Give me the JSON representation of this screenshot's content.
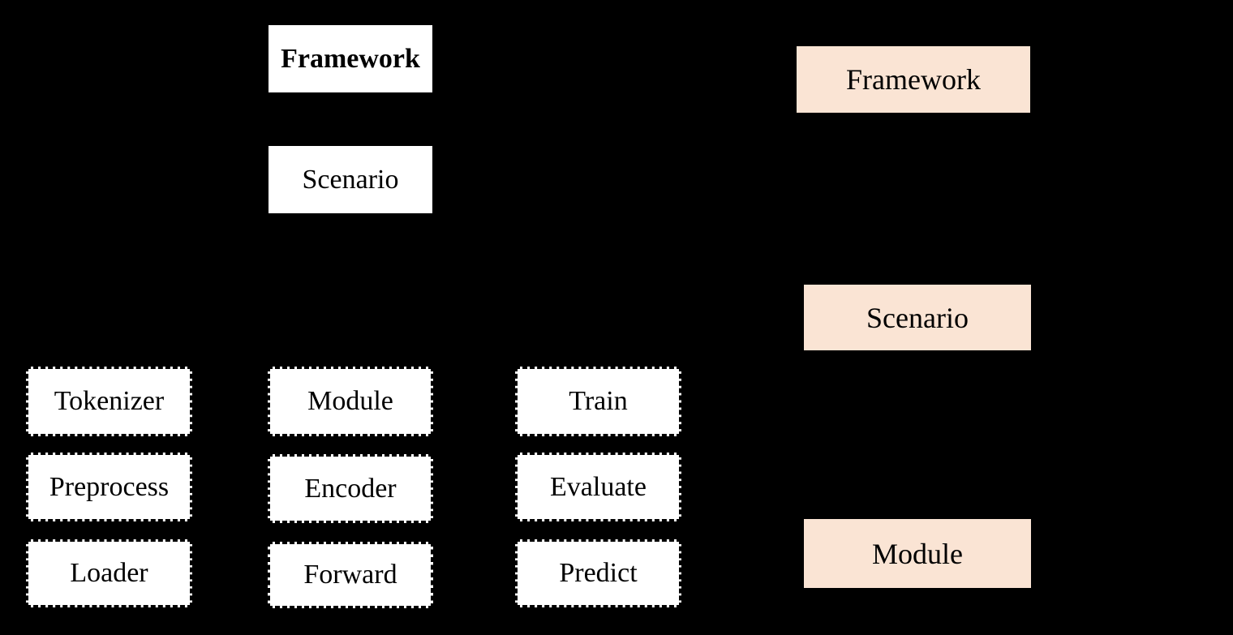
{
  "canvas": {
    "background": "#000000"
  },
  "colors": {
    "solid_box_fill": "#ffffff",
    "dashed_box_fill": "#ffffff",
    "highlight_box_fill": "#fae4d4",
    "text": "#000000"
  },
  "left_diagram": {
    "framework_label": "Framework",
    "scenario_label": "Scenario",
    "columns": {
      "col1": {
        "row1": "Tokenizer",
        "row2": "Preprocess",
        "row3": "Loader"
      },
      "col2": {
        "row1": "Module",
        "row2": "Encoder",
        "row3": "Forward"
      },
      "col3": {
        "row1": "Train",
        "row2": "Evaluate",
        "row3": "Predict"
      }
    }
  },
  "right_diagram": {
    "framework_label": "Framework",
    "scenario_label": "Scenario",
    "module_label": "Module"
  }
}
